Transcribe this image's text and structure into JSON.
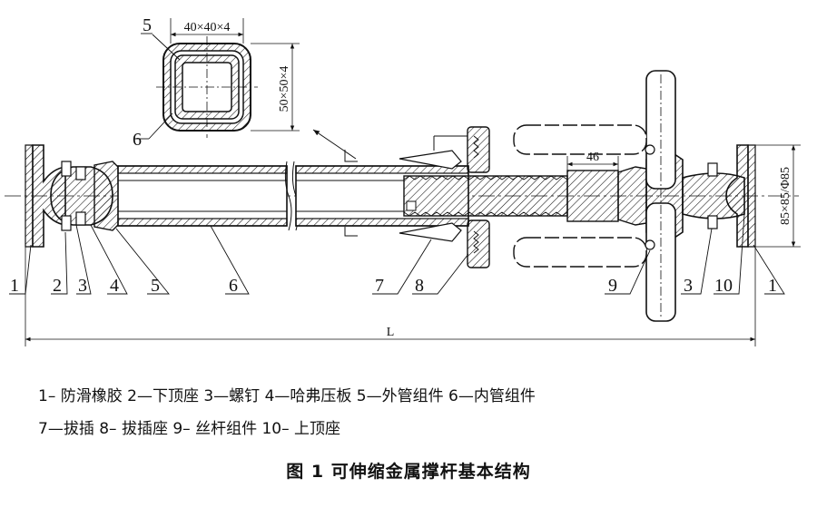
{
  "drawing": {
    "section_size_label": "40×40×4",
    "tube_size_label": "50×50×4",
    "thread_length_label": "46",
    "plate_size_label": "85×85/Φ85",
    "overall_length_label": "L",
    "section_callouts": [
      "5",
      "6"
    ],
    "part_numbers": [
      "1",
      "2",
      "3",
      "4",
      "5",
      "6",
      "7",
      "8",
      "9",
      "3",
      "10",
      "1"
    ]
  },
  "legend": {
    "line1": "1– 防滑橡胶 2—下顶座 3—螺钉 4—哈弗压板 5—外管组件 6—内管组件",
    "line2": "7—拔插 8– 拔插座 9– 丝杆组件 10– 上顶座"
  },
  "figure": {
    "title": "图 1  可伸缩金属撑杆基本结构"
  }
}
